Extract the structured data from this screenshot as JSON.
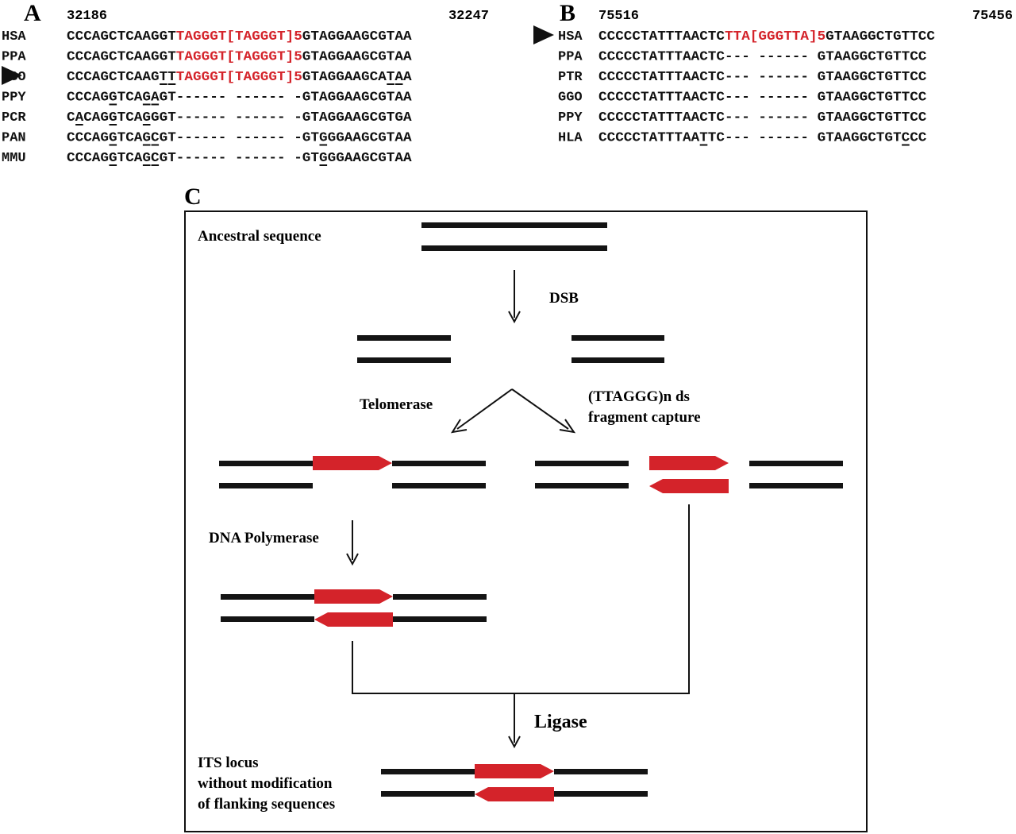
{
  "colors": {
    "black": "#111111",
    "insert": "#d4232a",
    "strand": "#141414"
  },
  "panelA": {
    "letter": "A",
    "pos_start": "32186",
    "pos_end": "32247",
    "rows": [
      {
        "label": "HSA",
        "segments": [
          {
            "t": "CCCAGCTCAAGGT"
          },
          {
            "t": "TAGGGT[TAGGGT]5",
            "c": "insert"
          },
          {
            "t": "GTAGGAAGCGTAA"
          }
        ]
      },
      {
        "label": "PPA",
        "segments": [
          {
            "t": "CCCAGCTCAAGGT"
          },
          {
            "t": "TAGGGT[TAGGGT]5",
            "c": "insert"
          },
          {
            "t": "GTAGGAAGCGTAA"
          }
        ]
      },
      {
        "label": "GGO",
        "arrow": true,
        "underline": [
          11,
          12,
          38,
          39
        ],
        "segments": [
          {
            "t": "CCCAGCTCAAGTT"
          },
          {
            "t": "TAGGGT[TAGGGT]5",
            "c": "insert"
          },
          {
            "t": "GTAGGAAGCATAA"
          }
        ]
      },
      {
        "label": "PPY",
        "underline": [
          5,
          9,
          10
        ],
        "segments": [
          {
            "t": "CCCAGGTCAGAGT------ ------ -GTAGGAAGCGTAA"
          }
        ]
      },
      {
        "label": "PCR",
        "underline": [
          1,
          5,
          9
        ],
        "segments": [
          {
            "t": "CACAGGTCAGGGT------ ------ -GTAGGAAGCGTGA"
          }
        ]
      },
      {
        "label": "PAN",
        "underline": [
          5,
          9,
          10,
          30
        ],
        "segments": [
          {
            "t": "CCCAGGTCAGCGT------ ------ -GTGGGAAGCGTAA"
          }
        ]
      },
      {
        "label": "MMU",
        "underline": [
          5,
          9,
          10,
          30
        ],
        "segments": [
          {
            "t": "CCCAGGTCAGCGT------ ------ -GTGGGAAGCGTAA"
          }
        ]
      }
    ]
  },
  "panelB": {
    "letter": "B",
    "pos_start": "75516",
    "pos_end": "75456",
    "rows": [
      {
        "label": "HSA",
        "arrow": true,
        "segments": [
          {
            "t": "CCCCCTATTTAACTC"
          },
          {
            "t": "TTA[GGGTTA]5",
            "c": "insert"
          },
          {
            "t": "GTAAGGCTGTTCC"
          }
        ]
      },
      {
        "label": "PPA",
        "segments": [
          {
            "t": "CCCCCTATTTAACTC--- ------ GTAAGGCTGTTCC"
          }
        ]
      },
      {
        "label": "PTR",
        "segments": [
          {
            "t": "CCCCCTATTTAACTC--- ------ GTAAGGCTGTTCC"
          }
        ]
      },
      {
        "label": "GGO",
        "segments": [
          {
            "t": "CCCCCTATTTAACTC--- ------ GTAAGGCTGTTCC"
          }
        ]
      },
      {
        "label": "PPY",
        "segments": [
          {
            "t": "CCCCCTATTTAACTC--- ------ GTAAGGCTGTTCC"
          }
        ]
      },
      {
        "label": "HLA",
        "underline": [
          12,
          36
        ],
        "segments": [
          {
            "t": "CCCCCTATTTAATTC--- ------ GTAAGGCTGTCCC"
          }
        ]
      }
    ]
  },
  "panelC": {
    "letter": "C",
    "ancestral": "Ancestral sequence",
    "dsb": "DSB",
    "telomerase": "Telomerase",
    "capture_line1": "(TTAGGG)n ds",
    "capture_line2": "fragment capture",
    "polymerase": "DNA Polymerase",
    "ligase": "Ligase",
    "its_line1": "ITS locus",
    "its_line2": "without modification",
    "its_line3": "of flanking sequences"
  }
}
